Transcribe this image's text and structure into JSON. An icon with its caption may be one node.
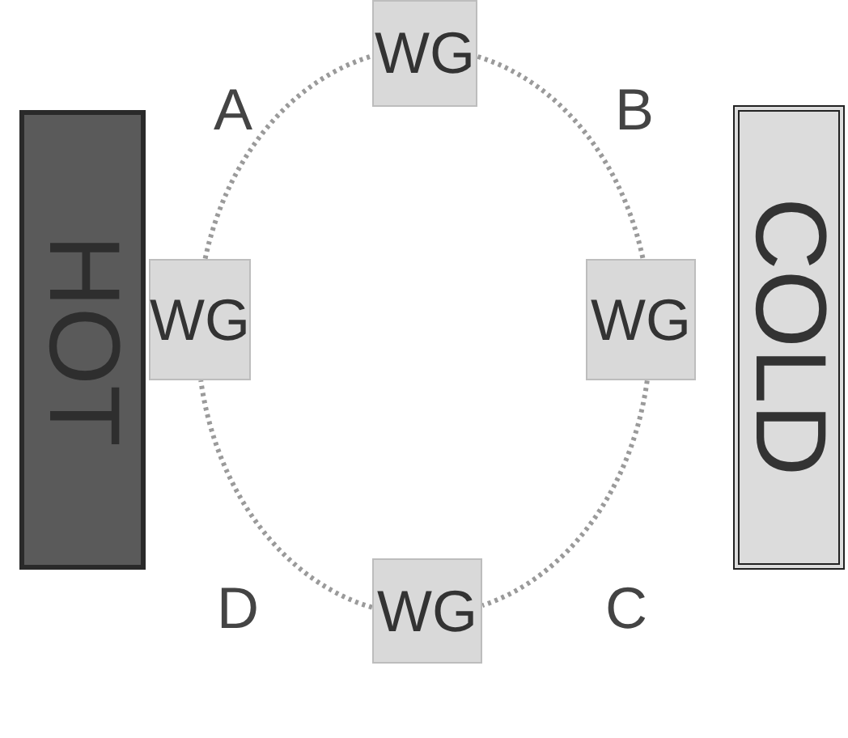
{
  "diagram": {
    "nodes": [
      {
        "text": [
          "HOT"
        ]
      },
      {
        "text": [
          "WG"
        ]
      },
      {
        "text": [
          "WG"
        ]
      },
      {
        "text": [
          "WG"
        ]
      },
      {
        "text": [
          "WG"
        ]
      },
      {
        "text": [
          "COLD"
        ]
      }
    ],
    "edges": [
      {
        "from": 2,
        "to": 1,
        "arrow": "none",
        "label": "A",
        "style": "dashed"
      },
      {
        "from": 1,
        "to": 3,
        "arrow": "none",
        "label": "B",
        "style": "dashed"
      },
      {
        "from": 3,
        "to": 4,
        "arrow": "none",
        "label": "C",
        "style": "dashed"
      },
      {
        "from": 4,
        "to": 2,
        "arrow": "none",
        "label": "D",
        "style": "dashed"
      }
    ]
  }
}
